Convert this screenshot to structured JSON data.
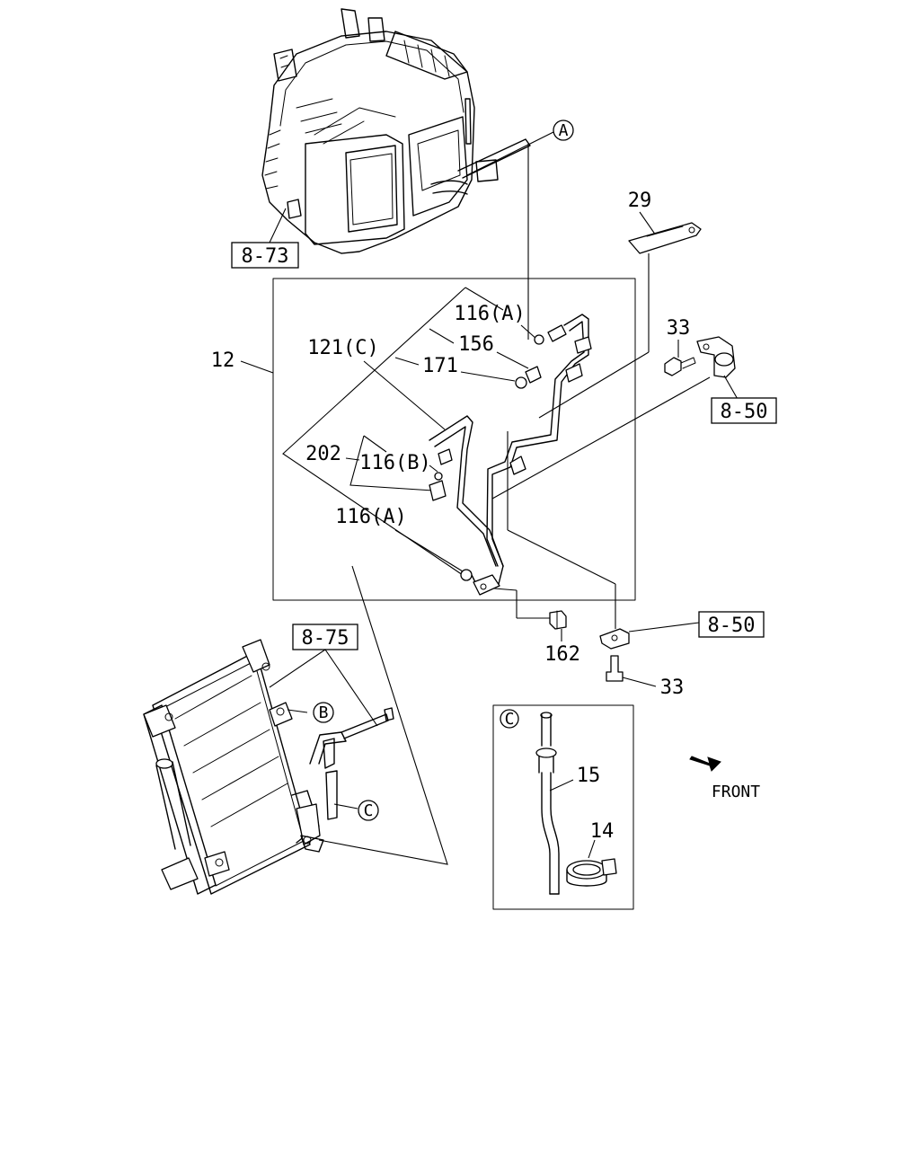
{
  "labels": {
    "l_8_73": "8-73",
    "l_A_callout": "A",
    "l_29": "29",
    "l_12": "12",
    "l_116A_top": "116(A)",
    "l_156": "156",
    "l_121C": "121(C)",
    "l_171": "171",
    "l_33_top": "33",
    "l_8_50_top": "8-50",
    "l_202": "202",
    "l_116B": "116(B)",
    "l_116A_mid": "116(A)",
    "l_8_50_bottom": "8-50",
    "l_162": "162",
    "l_33_bottom": "33",
    "l_8_75": "8-75",
    "l_B_callout": "B",
    "l_C_callout": "C",
    "l_C_inset": "C",
    "l_15": "15",
    "l_14": "14",
    "l_front": "FRONT"
  }
}
